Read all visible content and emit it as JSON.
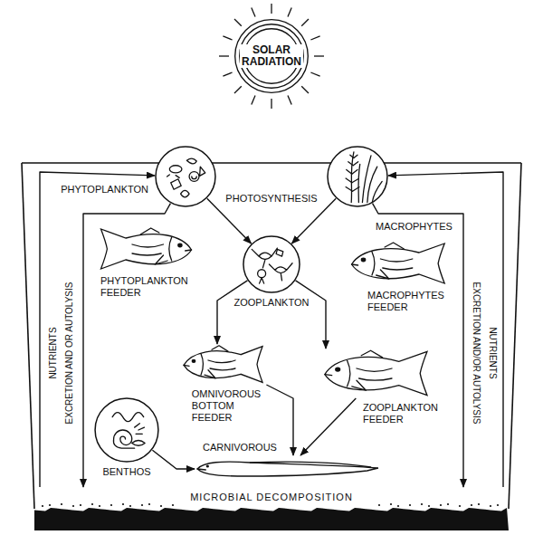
{
  "diagram": {
    "nodes": [
      {
        "text": [
          "SOLAR RADIATION"
        ]
      },
      {
        "text": [
          "PHYTOPLANKTON"
        ]
      },
      {
        "text": [
          "MACROPHYTES"
        ]
      },
      {
        "text": [
          "PHYTOPLANKTON FEEDER"
        ]
      },
      {
        "text": [
          "ZOOPLANKTON"
        ]
      },
      {
        "text": [
          "MACROPHYTES FEEDER"
        ]
      },
      {
        "text": [
          "OMNIVOROUS BOTTOM FEEDER"
        ]
      },
      {
        "text": [
          "ZOOPLANKTON FEEDER"
        ]
      },
      {
        "text": [
          "BENTHOS"
        ]
      },
      {
        "text": [
          "CARNIVOROUS"
        ]
      },
      {
        "text": [
          "MICROBIAL DECOMPOSITION"
        ]
      }
    ],
    "edges": [
      {
        "from": 1,
        "to": 4,
        "arrow": "to"
      },
      {
        "from": 2,
        "to": 4,
        "arrow": "to"
      },
      {
        "from": 4,
        "to": 6,
        "arrow": "to"
      },
      {
        "from": 4,
        "to": 7,
        "arrow": "to"
      },
      {
        "from": 6,
        "to": 9,
        "arrow": "to"
      },
      {
        "from": 7,
        "to": 9,
        "arrow": "to"
      },
      {
        "from": 8,
        "to": 9,
        "arrow": "to"
      },
      {
        "from": 10,
        "to": 1,
        "arrow": "to"
      },
      {
        "from": 1,
        "to": 10,
        "arrow": "to"
      },
      {
        "from": 10,
        "to": 2,
        "arrow": "to"
      },
      {
        "from": 2,
        "to": 10,
        "arrow": "to"
      }
    ],
    "labels": [
      "PHOTOSYNTHESIS",
      "NUTRIENTS",
      "EXCRETION AND OR AUTOLYSIS",
      "EXCRETION AND/OR AUTOLYSIS",
      "NUTRIENTS"
    ]
  }
}
